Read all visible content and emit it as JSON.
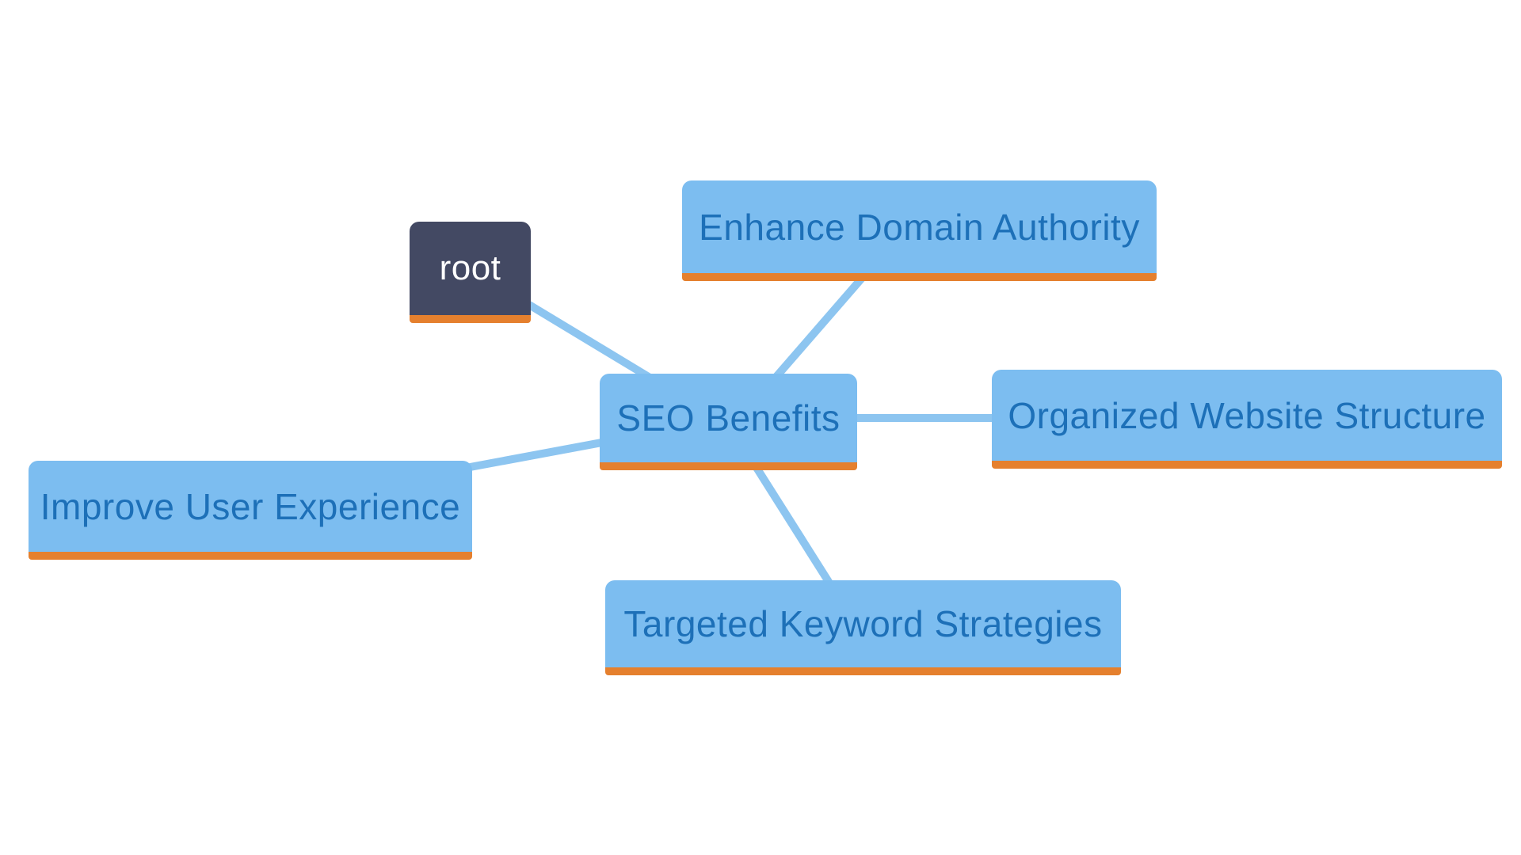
{
  "diagram": {
    "type": "mindmap",
    "background_color": "#ffffff",
    "colors": {
      "branch_fill": "#7cbdf0",
      "branch_text": "#1d70b8",
      "underline": "#e5802e",
      "root_fill": "#434963",
      "root_text": "#ffffff",
      "edge": "#8dc5f0"
    },
    "root_node": {
      "label": "root"
    },
    "center_node": {
      "label": "SEO Benefits"
    },
    "branch_nodes": [
      {
        "label": "Enhance Domain Authority"
      },
      {
        "label": "Organized Website Structure"
      },
      {
        "label": "Improve User Experience"
      },
      {
        "label": "Targeted Keyword Strategies"
      }
    ],
    "edges": [
      {
        "from": "root",
        "to": "SEO Benefits"
      },
      {
        "from": "SEO Benefits",
        "to": "Enhance Domain Authority"
      },
      {
        "from": "SEO Benefits",
        "to": "Organized Website Structure"
      },
      {
        "from": "SEO Benefits",
        "to": "Improve User Experience"
      },
      {
        "from": "SEO Benefits",
        "to": "Targeted Keyword Strategies"
      }
    ]
  }
}
